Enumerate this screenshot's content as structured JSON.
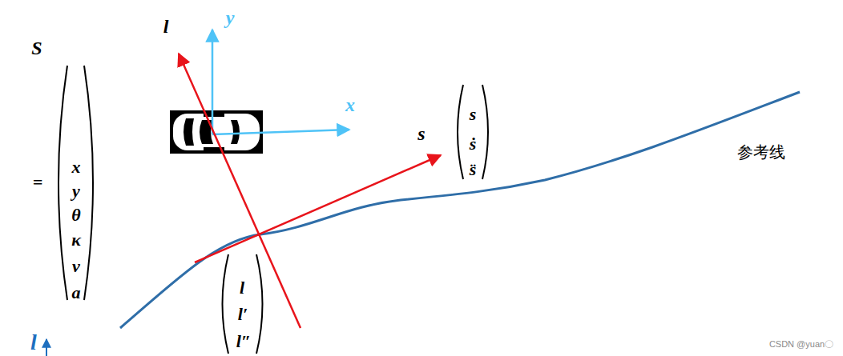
{
  "diagram": {
    "labels": [
      "S",
      "=",
      "x",
      "y",
      "θ",
      "κ",
      "v",
      "a",
      "l",
      "y",
      "x",
      "s",
      "s",
      "ṡ",
      "s̈",
      "参考线",
      "l",
      "l′",
      "l″",
      "l",
      "CSDN @yuan〇"
    ]
  }
}
